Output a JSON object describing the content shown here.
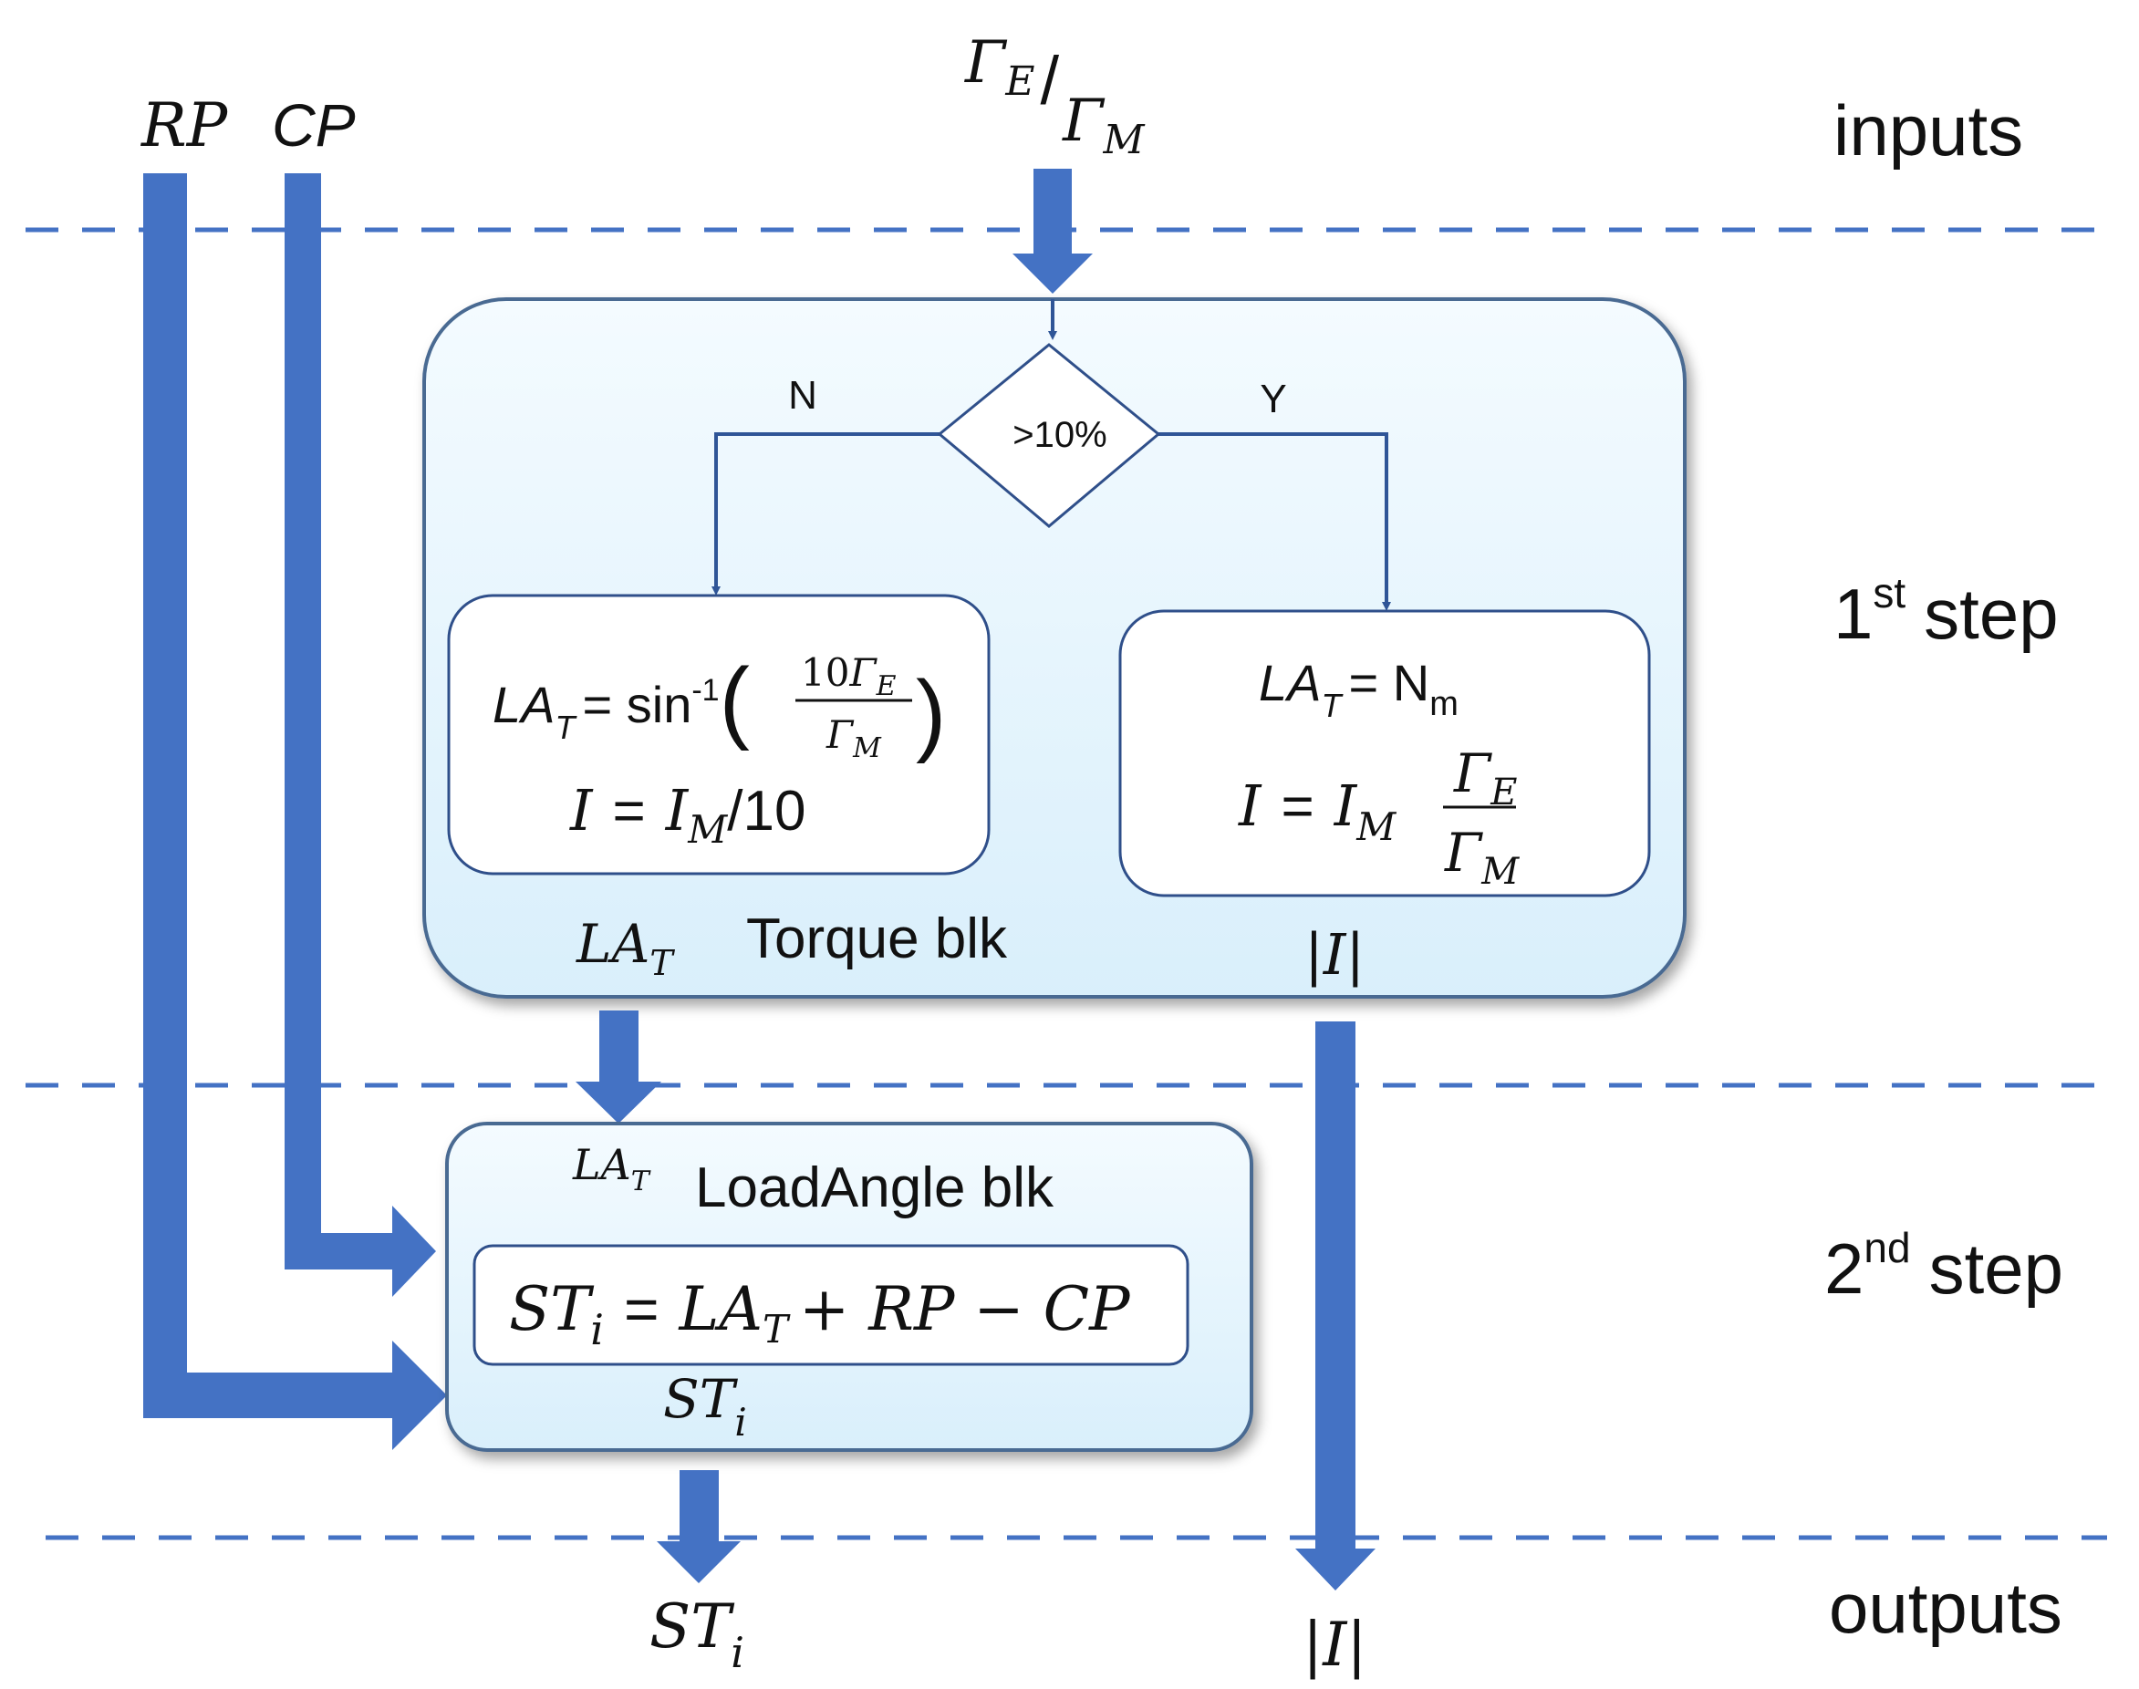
{
  "inputs": {
    "rp": "RP",
    "cp": "CP",
    "gamma_e": "Γ",
    "gamma_e_sub": "E",
    "slash": "/",
    "gamma_m": "Γ",
    "gamma_m_sub": "M"
  },
  "stages": {
    "inputs": "inputs",
    "step1_num": "1",
    "step1_sup": "st",
    "step1_word": "step",
    "step2_num": "2",
    "step2_sup": "nd",
    "step2_word": "step",
    "outputs": "outputs"
  },
  "torque_block": {
    "title": "Torque blk",
    "decision": ">10%",
    "branch_no": "N",
    "branch_yes": "Y",
    "left_formula": {
      "la": "LA",
      "la_sub": "T",
      "eq_sin": "= sin",
      "inv": "-1",
      "paren_open": "(",
      "num_coef": "10",
      "num_gamma": "Γ",
      "num_sub": "E",
      "den_gamma": "Γ",
      "den_sub": "M",
      "paren_close": ")",
      "i_lhs": "I",
      "i_eq": "=",
      "i_rhs": "I",
      "i_rhs_sub": "M",
      "i_div": "/10"
    },
    "right_formula": {
      "la": "LA",
      "la_sub": "T",
      "eq_nm": "= N",
      "nm_sub": "m",
      "i_lhs": "I",
      "i_eq": "=",
      "i_rhs": "I",
      "i_rhs_sub": "M",
      "num_gamma": "Γ",
      "num_sub": "E",
      "den_gamma": "Γ",
      "den_sub": "M"
    },
    "out_la": "LA",
    "out_la_sub": "T",
    "out_i": "|I|"
  },
  "loadangle_block": {
    "title": "LoadAngle blk",
    "in_la": "LA",
    "in_la_sub": "T",
    "formula": {
      "st": "ST",
      "st_sub": "i",
      "eq": "=",
      "la": "LA",
      "la_sub": "T",
      "rest": "+ RP − CP"
    },
    "out_st": "ST",
    "out_st_sub": "i"
  },
  "outputs": {
    "st": "ST",
    "st_sub": "i",
    "i": "|I|"
  },
  "colors": {
    "arrow": "#4472C4",
    "dash": "#4472C4",
    "block_fill": "#e6f4fd",
    "block_stroke": "#4a6a92",
    "inner_stroke": "#2f4f8a"
  }
}
